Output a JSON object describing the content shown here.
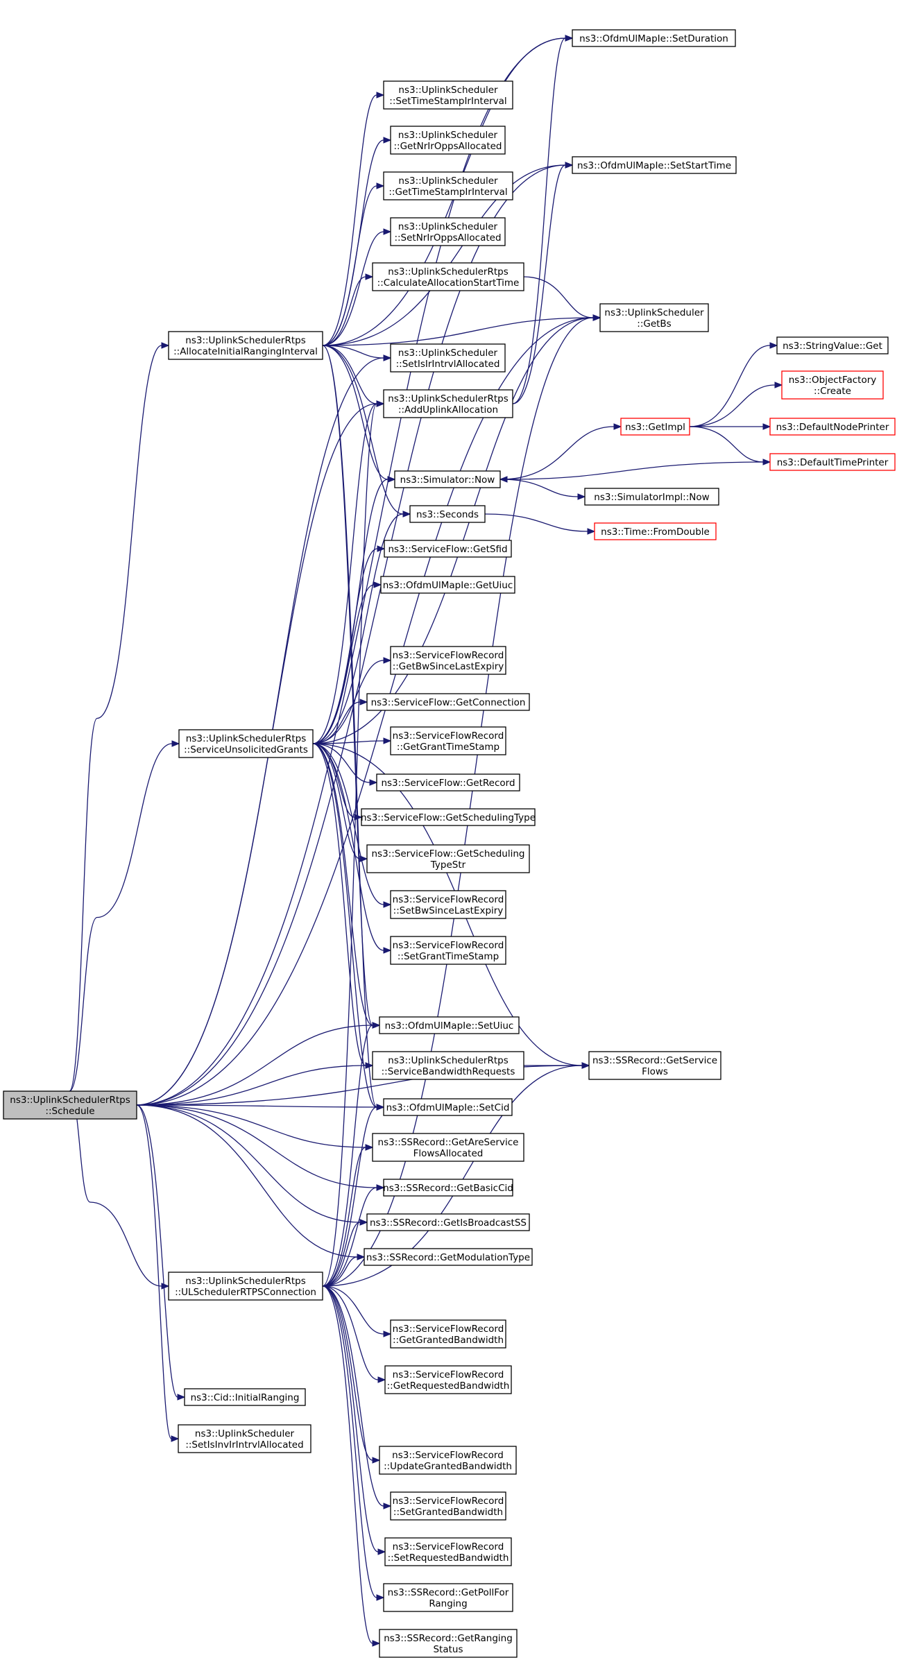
{
  "colors": {
    "edge": "#191970",
    "node_border": "#000000",
    "node_fill": "#ffffff",
    "root_fill": "#bfbfbf",
    "truncated_border": "#ff0000"
  },
  "graph": {
    "nodes": [
      {
        "id": "schedule",
        "lines": [
          "ns3::UplinkSchedulerRtps",
          "::Schedule"
        ],
        "style": "root"
      },
      {
        "id": "allocInit",
        "lines": [
          "ns3::UplinkSchedulerRtps",
          "::AllocateInitialRangingInterval"
        ],
        "style": "normal"
      },
      {
        "id": "serviceUnsol",
        "lines": [
          "ns3::UplinkSchedulerRtps",
          "::ServiceUnsolicitedGrants"
        ],
        "style": "normal"
      },
      {
        "id": "ulSched",
        "lines": [
          "ns3::UplinkSchedulerRtps",
          "::ULSchedulerRTPSConnection"
        ],
        "style": "normal"
      },
      {
        "id": "cidInit",
        "lines": [
          "ns3::Cid::InitialRanging"
        ],
        "style": "normal"
      },
      {
        "id": "setIsInv",
        "lines": [
          "ns3::UplinkScheduler",
          "::SetIsInvIrIntrvlAllocated"
        ],
        "style": "normal"
      },
      {
        "id": "setDuration",
        "lines": [
          "ns3::OfdmUlMapIe::SetDuration"
        ],
        "style": "normal"
      },
      {
        "id": "setTimeStamp",
        "lines": [
          "ns3::UplinkScheduler",
          "::SetTimeStampIrInterval"
        ],
        "style": "normal"
      },
      {
        "id": "getNrIr",
        "lines": [
          "ns3::UplinkScheduler",
          "::GetNrIrOppsAllocated"
        ],
        "style": "normal"
      },
      {
        "id": "setStartTime",
        "lines": [
          "ns3::OfdmUlMapIe::SetStartTime"
        ],
        "style": "normal"
      },
      {
        "id": "getTimeStamp",
        "lines": [
          "ns3::UplinkScheduler",
          "::GetTimeStampIrInterval"
        ],
        "style": "normal"
      },
      {
        "id": "setNrIr",
        "lines": [
          "ns3::UplinkScheduler",
          "::SetNrIrOppsAllocated"
        ],
        "style": "normal"
      },
      {
        "id": "calcAlloc",
        "lines": [
          "ns3::UplinkSchedulerRtps",
          "::CalculateAllocationStartTime"
        ],
        "style": "normal"
      },
      {
        "id": "getBs",
        "lines": [
          "ns3::UplinkScheduler",
          "::GetBs"
        ],
        "style": "normal"
      },
      {
        "id": "setIsIr",
        "lines": [
          "ns3::UplinkScheduler",
          "::SetIsIrIntrvlAllocated"
        ],
        "style": "normal"
      },
      {
        "id": "addUplink",
        "lines": [
          "ns3::UplinkSchedulerRtps",
          "::AddUplinkAllocation"
        ],
        "style": "normal"
      },
      {
        "id": "simNow",
        "lines": [
          "ns3::Simulator::Now"
        ],
        "style": "normal"
      },
      {
        "id": "seconds",
        "lines": [
          "ns3::Seconds"
        ],
        "style": "normal"
      },
      {
        "id": "getSfid",
        "lines": [
          "ns3::ServiceFlow::GetSfid"
        ],
        "style": "normal"
      },
      {
        "id": "getUiuc",
        "lines": [
          "ns3::OfdmUlMapIe::GetUiuc"
        ],
        "style": "normal"
      },
      {
        "id": "getBwSince",
        "lines": [
          "ns3::ServiceFlowRecord",
          "::GetBwSinceLastExpiry"
        ],
        "style": "normal"
      },
      {
        "id": "getConnection",
        "lines": [
          "ns3::ServiceFlow::GetConnection"
        ],
        "style": "normal"
      },
      {
        "id": "getGrantTS",
        "lines": [
          "ns3::ServiceFlowRecord",
          "::GetGrantTimeStamp"
        ],
        "style": "normal"
      },
      {
        "id": "getRecord",
        "lines": [
          "ns3::ServiceFlow::GetRecord"
        ],
        "style": "normal"
      },
      {
        "id": "getSchedType",
        "lines": [
          "ns3::ServiceFlow::GetSchedulingType"
        ],
        "style": "normal"
      },
      {
        "id": "getSchedTypeStr",
        "lines": [
          "ns3::ServiceFlow::GetScheduling",
          "TypeStr"
        ],
        "style": "normal"
      },
      {
        "id": "setBwSince",
        "lines": [
          "ns3::ServiceFlowRecord",
          "::SetBwSinceLastExpiry"
        ],
        "style": "normal"
      },
      {
        "id": "setGrantTS",
        "lines": [
          "ns3::ServiceFlowRecord",
          "::SetGrantTimeStamp"
        ],
        "style": "normal"
      },
      {
        "id": "setUiuc",
        "lines": [
          "ns3::OfdmUlMapIe::SetUiuc"
        ],
        "style": "normal"
      },
      {
        "id": "serviceBw",
        "lines": [
          "ns3::UplinkSchedulerRtps",
          "::ServiceBandwidthRequests"
        ],
        "style": "normal"
      },
      {
        "id": "setCid",
        "lines": [
          "ns3::OfdmUlMapIe::SetCid"
        ],
        "style": "normal"
      },
      {
        "id": "getAreSF",
        "lines": [
          "ns3::SSRecord::GetAreService",
          "FlowsAllocated"
        ],
        "style": "normal"
      },
      {
        "id": "getBasicCid",
        "lines": [
          "ns3::SSRecord::GetBasicCid"
        ],
        "style": "normal"
      },
      {
        "id": "getIsBroadcast",
        "lines": [
          "ns3::SSRecord::GetIsBroadcastSS"
        ],
        "style": "normal"
      },
      {
        "id": "getModType",
        "lines": [
          "ns3::SSRecord::GetModulationType"
        ],
        "style": "normal"
      },
      {
        "id": "getGrantedBw",
        "lines": [
          "ns3::ServiceFlowRecord",
          "::GetGrantedBandwidth"
        ],
        "style": "normal"
      },
      {
        "id": "getReqBw",
        "lines": [
          "ns3::ServiceFlowRecord",
          "::GetRequestedBandwidth"
        ],
        "style": "normal"
      },
      {
        "id": "updGrantedBw",
        "lines": [
          "ns3::ServiceFlowRecord",
          "::UpdateGrantedBandwidth"
        ],
        "style": "normal"
      },
      {
        "id": "setGrantedBw",
        "lines": [
          "ns3::ServiceFlowRecord",
          "::SetGrantedBandwidth"
        ],
        "style": "normal"
      },
      {
        "id": "setReqBw",
        "lines": [
          "ns3::ServiceFlowRecord",
          "::SetRequestedBandwidth"
        ],
        "style": "normal"
      },
      {
        "id": "getPoll",
        "lines": [
          "ns3::SSRecord::GetPollFor",
          "Ranging"
        ],
        "style": "normal"
      },
      {
        "id": "getRangingStatus",
        "lines": [
          "ns3::SSRecord::GetRanging",
          "Status"
        ],
        "style": "normal"
      },
      {
        "id": "getSF",
        "lines": [
          "ns3::SSRecord::GetService",
          "Flows"
        ],
        "style": "normal"
      },
      {
        "id": "getImpl",
        "lines": [
          "ns3::GetImpl"
        ],
        "style": "truncated"
      },
      {
        "id": "simImplNow",
        "lines": [
          "ns3::SimulatorImpl::Now"
        ],
        "style": "normal"
      },
      {
        "id": "fromDouble",
        "lines": [
          "ns3::Time::FromDouble"
        ],
        "style": "truncated"
      },
      {
        "id": "stringGet",
        "lines": [
          "ns3::StringValue::Get"
        ],
        "style": "normal"
      },
      {
        "id": "objFactory",
        "lines": [
          "ns3::ObjectFactory",
          "::Create"
        ],
        "style": "truncated"
      },
      {
        "id": "defNode",
        "lines": [
          "ns3::DefaultNodePrinter"
        ],
        "style": "truncated"
      },
      {
        "id": "defTime",
        "lines": [
          "ns3::DefaultTimePrinter"
        ],
        "style": "truncated"
      }
    ],
    "edges": [
      [
        "schedule",
        "allocInit"
      ],
      [
        "schedule",
        "serviceUnsol"
      ],
      [
        "schedule",
        "ulSched"
      ],
      [
        "schedule",
        "cidInit"
      ],
      [
        "schedule",
        "setIsInv"
      ],
      [
        "schedule",
        "setDuration"
      ],
      [
        "schedule",
        "setStartTime"
      ],
      [
        "schedule",
        "getBs"
      ],
      [
        "schedule",
        "setIsIr"
      ],
      [
        "schedule",
        "addUplink"
      ],
      [
        "schedule",
        "setUiuc"
      ],
      [
        "schedule",
        "serviceBw"
      ],
      [
        "schedule",
        "setCid"
      ],
      [
        "schedule",
        "getAreSF"
      ],
      [
        "schedule",
        "getBasicCid"
      ],
      [
        "schedule",
        "getIsBroadcast"
      ],
      [
        "schedule",
        "getModType"
      ],
      [
        "schedule",
        "getSF"
      ],
      [
        "allocInit",
        "setTimeStamp"
      ],
      [
        "allocInit",
        "getNrIr"
      ],
      [
        "allocInit",
        "getTimeStamp"
      ],
      [
        "allocInit",
        "setNrIr"
      ],
      [
        "allocInit",
        "calcAlloc"
      ],
      [
        "allocInit",
        "getBs"
      ],
      [
        "allocInit",
        "setIsIr"
      ],
      [
        "allocInit",
        "addUplink"
      ],
      [
        "allocInit",
        "simNow"
      ],
      [
        "allocInit",
        "seconds"
      ],
      [
        "allocInit",
        "setStartTime"
      ],
      [
        "allocInit",
        "setDuration"
      ],
      [
        "allocInit",
        "setUiuc"
      ],
      [
        "allocInit",
        "setCid"
      ],
      [
        "calcAlloc",
        "getBs"
      ],
      [
        "addUplink",
        "setStartTime"
      ],
      [
        "addUplink",
        "setDuration"
      ],
      [
        "serviceUnsol",
        "getSfid"
      ],
      [
        "serviceUnsol",
        "getUiuc"
      ],
      [
        "serviceUnsol",
        "getBwSince"
      ],
      [
        "serviceUnsol",
        "getConnection"
      ],
      [
        "serviceUnsol",
        "getGrantTS"
      ],
      [
        "serviceUnsol",
        "getRecord"
      ],
      [
        "serviceUnsol",
        "getSchedType"
      ],
      [
        "serviceUnsol",
        "getSchedTypeStr"
      ],
      [
        "serviceUnsol",
        "setBwSince"
      ],
      [
        "serviceUnsol",
        "setGrantTS"
      ],
      [
        "serviceUnsol",
        "setUiuc"
      ],
      [
        "serviceUnsol",
        "serviceBw"
      ],
      [
        "serviceUnsol",
        "setCid"
      ],
      [
        "serviceUnsol",
        "getSF"
      ],
      [
        "serviceUnsol",
        "addUplink"
      ],
      [
        "serviceUnsol",
        "simNow"
      ],
      [
        "serviceUnsol",
        "seconds"
      ],
      [
        "serviceUnsol",
        "getBs"
      ],
      [
        "ulSched",
        "setUiuc"
      ],
      [
        "ulSched",
        "setCid"
      ],
      [
        "ulSched",
        "getAreSF"
      ],
      [
        "ulSched",
        "getBasicCid"
      ],
      [
        "ulSched",
        "getIsBroadcast"
      ],
      [
        "ulSched",
        "getModType"
      ],
      [
        "ulSched",
        "getGrantedBw"
      ],
      [
        "ulSched",
        "getReqBw"
      ],
      [
        "ulSched",
        "updGrantedBw"
      ],
      [
        "ulSched",
        "setGrantedBw"
      ],
      [
        "ulSched",
        "setReqBw"
      ],
      [
        "ulSched",
        "getPoll"
      ],
      [
        "ulSched",
        "getRangingStatus"
      ],
      [
        "ulSched",
        "getSF"
      ],
      [
        "ulSched",
        "addUplink"
      ],
      [
        "ulSched",
        "getBs"
      ],
      [
        "serviceBw",
        "getSF"
      ],
      [
        "simNow",
        "getImpl"
      ],
      [
        "simNow",
        "simImplNow"
      ],
      [
        "seconds",
        "fromDouble"
      ],
      [
        "getImpl",
        "stringGet"
      ],
      [
        "getImpl",
        "objFactory"
      ],
      [
        "getImpl",
        "defNode"
      ],
      [
        "getImpl",
        "defTime"
      ],
      [
        "defTime",
        "simNow"
      ]
    ]
  }
}
